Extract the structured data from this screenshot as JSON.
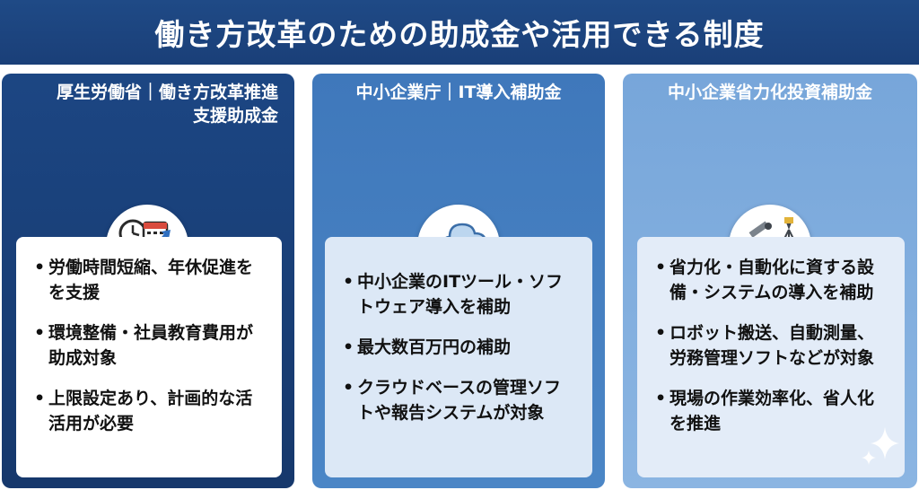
{
  "title": "働き方改革のための助成金や活用できる制度",
  "columns": [
    {
      "heading_line1": "厚生労働省｜働き方改革推進",
      "heading_line2": "支援助成金",
      "icon": "clock-calendar-growth-hand-icon",
      "bullets": [
        "労働時間短縮、年休促進をを支援",
        "環境整備・社員教育費用が助成対象",
        "上限設定あり、計画的な活活用が必要"
      ]
    },
    {
      "heading_line1": "中小企業庁｜IT導入補助金",
      "heading_line2": "",
      "icon": "cloud-tablet-moneybag-icon",
      "bullets": [
        "中小企業のITツール・ソフトウェア導入を補助",
        "最大数百万円の補助",
        "クラウドベースの管理ソフトや報告システムが対象"
      ]
    },
    {
      "heading_line1": "中小企業省力化投資補助金",
      "heading_line2": "",
      "icon": "robot-arm-gear-icon",
      "bullets": [
        "省力化・自動化に資する設備・システムの導入を補助",
        "ロボット搬送、自動測量、労務管理ソフトなどが対象",
        "現場の作業効率化、省人化を推進"
      ]
    }
  ],
  "bullet_symbol": "•",
  "colors": {
    "title_bg": "#1f4a86",
    "col1_bg": "#1c4683",
    "col2_bg": "#4b86c6",
    "col3_bg": "#8bb5e2"
  }
}
